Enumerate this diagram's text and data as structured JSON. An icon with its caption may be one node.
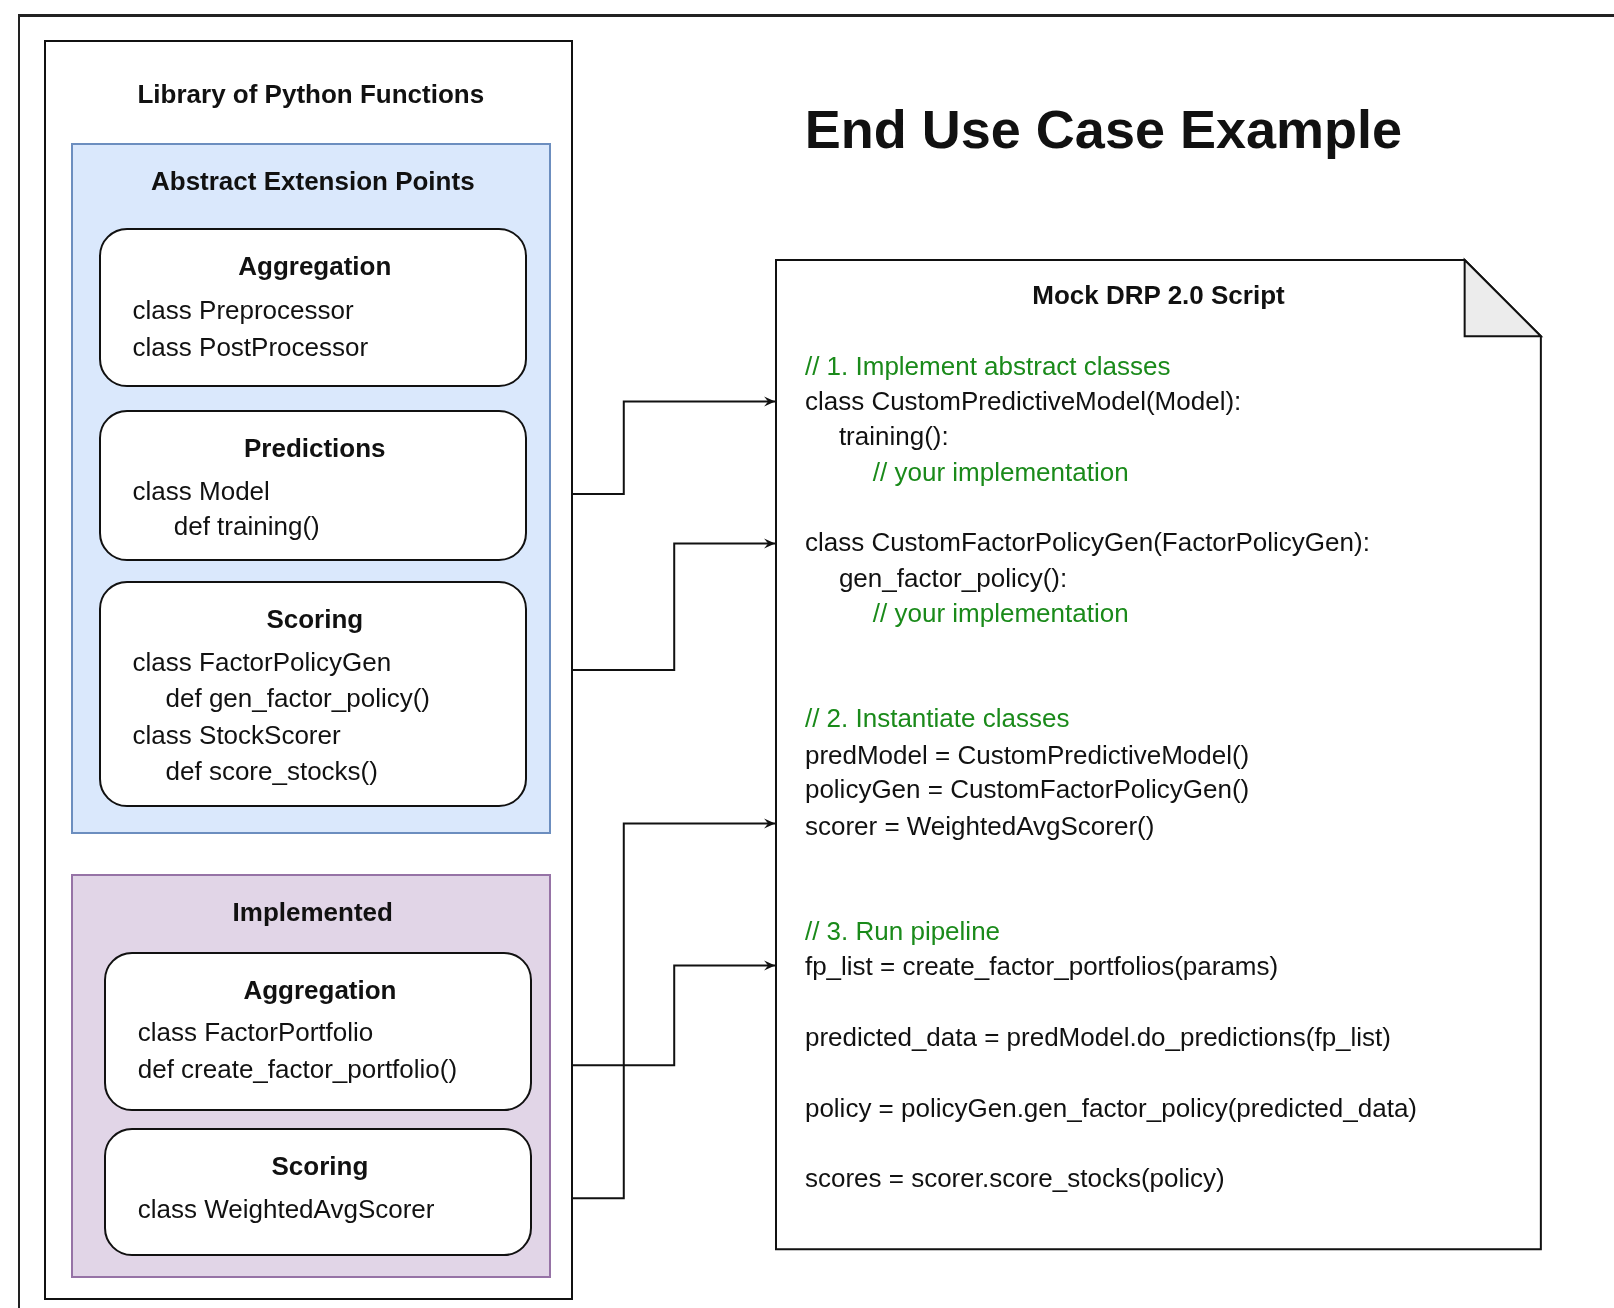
{
  "diagram": {
    "title": "End Use Case Example",
    "nodes": [
      {
        "text": [
          "Library of Python Functions"
        ]
      },
      {
        "text": [
          "Abstract Extension Points"
        ],
        "in": 0
      },
      {
        "text": [
          "Aggregation",
          "class Preprocessor",
          "class PostProcessor"
        ],
        "in": 1
      },
      {
        "text": [
          "Predictions",
          "class Model",
          "def training()"
        ],
        "in": 1
      },
      {
        "text": [
          "Scoring",
          "class FactorPolicyGen",
          "def gen_factor_policy()",
          "class StockScorer",
          "def score_stocks()"
        ],
        "in": 1
      },
      {
        "text": [
          "Implemented"
        ],
        "in": 0
      },
      {
        "text": [
          "Aggregation",
          "class FactorPortfolio",
          "def create_factor_portfolio()"
        ],
        "in": 5
      },
      {
        "text": [
          "Scoring",
          "class WeightedAvgScorer"
        ],
        "in": 5
      },
      {
        "text": [
          "Mock DRP 2.0 Script",
          "// 1. Implement abstract classes",
          "class CustomPredictiveModel(Model):",
          "training():",
          "// your implementation",
          "class CustomFactorPolicyGen(FactorPolicyGen):",
          "gen_factor_policy():",
          "// your implementation",
          "// 2. Instantiate classes",
          "predModel = CustomPredictiveModel()",
          "policyGen = CustomFactorPolicyGen()",
          "scorer = WeightedAvgScorer()",
          "// 3. Run pipeline",
          "fp_list = create_factor_portfolios(params)",
          "predicted_data = predModel.do_predictions(fp_list)",
          "policy = policyGen.gen_factor_policy(predicted_data)",
          "scores = scorer.score_stocks(policy)"
        ]
      }
    ],
    "edges": [
      {
        "from": 3,
        "to": 8,
        "arrow": "to"
      },
      {
        "from": 4,
        "to": 8,
        "arrow": "to"
      },
      {
        "from": 7,
        "to": 8,
        "arrow": "to"
      },
      {
        "from": 6,
        "to": 8,
        "arrow": "to"
      }
    ]
  }
}
